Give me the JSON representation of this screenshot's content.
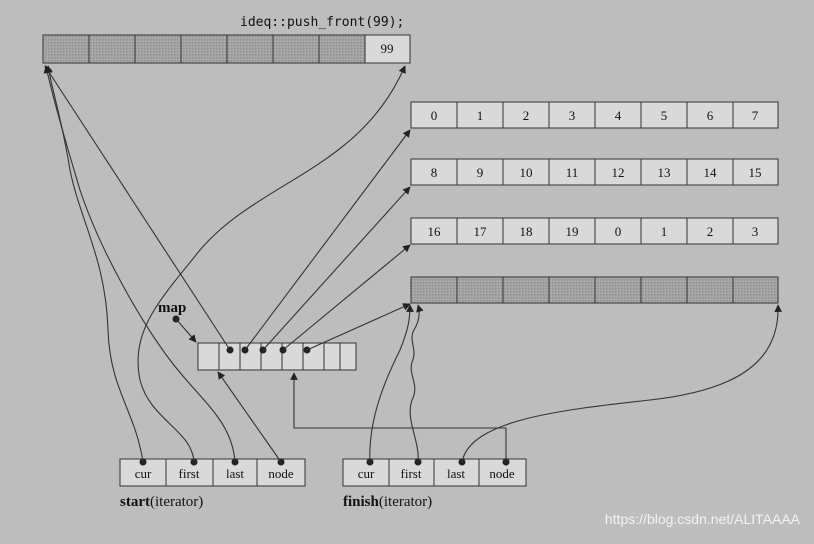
{
  "header": {
    "caption": "ideq::push_front(99);"
  },
  "top_buffer": {
    "cells": [
      "",
      "",
      "",
      "",
      "",
      "",
      "",
      "99"
    ]
  },
  "buffers": [
    {
      "cells": [
        "0",
        "1",
        "2",
        "3",
        "4",
        "5",
        "6",
        "7"
      ]
    },
    {
      "cells": [
        "8",
        "9",
        "10",
        "11",
        "12",
        "13",
        "14",
        "15"
      ]
    },
    {
      "cells": [
        "16",
        "17",
        "18",
        "19",
        "0",
        "1",
        "2",
        "3"
      ]
    },
    {
      "cells": [
        "",
        "",
        "",
        "",
        "",
        "",
        "",
        ""
      ]
    }
  ],
  "map": {
    "label": "map"
  },
  "start": {
    "name": "start",
    "suffix": "(iterator)",
    "fields": [
      "cur",
      "first",
      "last",
      "node"
    ]
  },
  "finish": {
    "name": "finish",
    "suffix": "(iterator)",
    "fields": [
      "cur",
      "first",
      "last",
      "node"
    ]
  },
  "watermark": "https://blog.csdn.net/ALITAAAA"
}
